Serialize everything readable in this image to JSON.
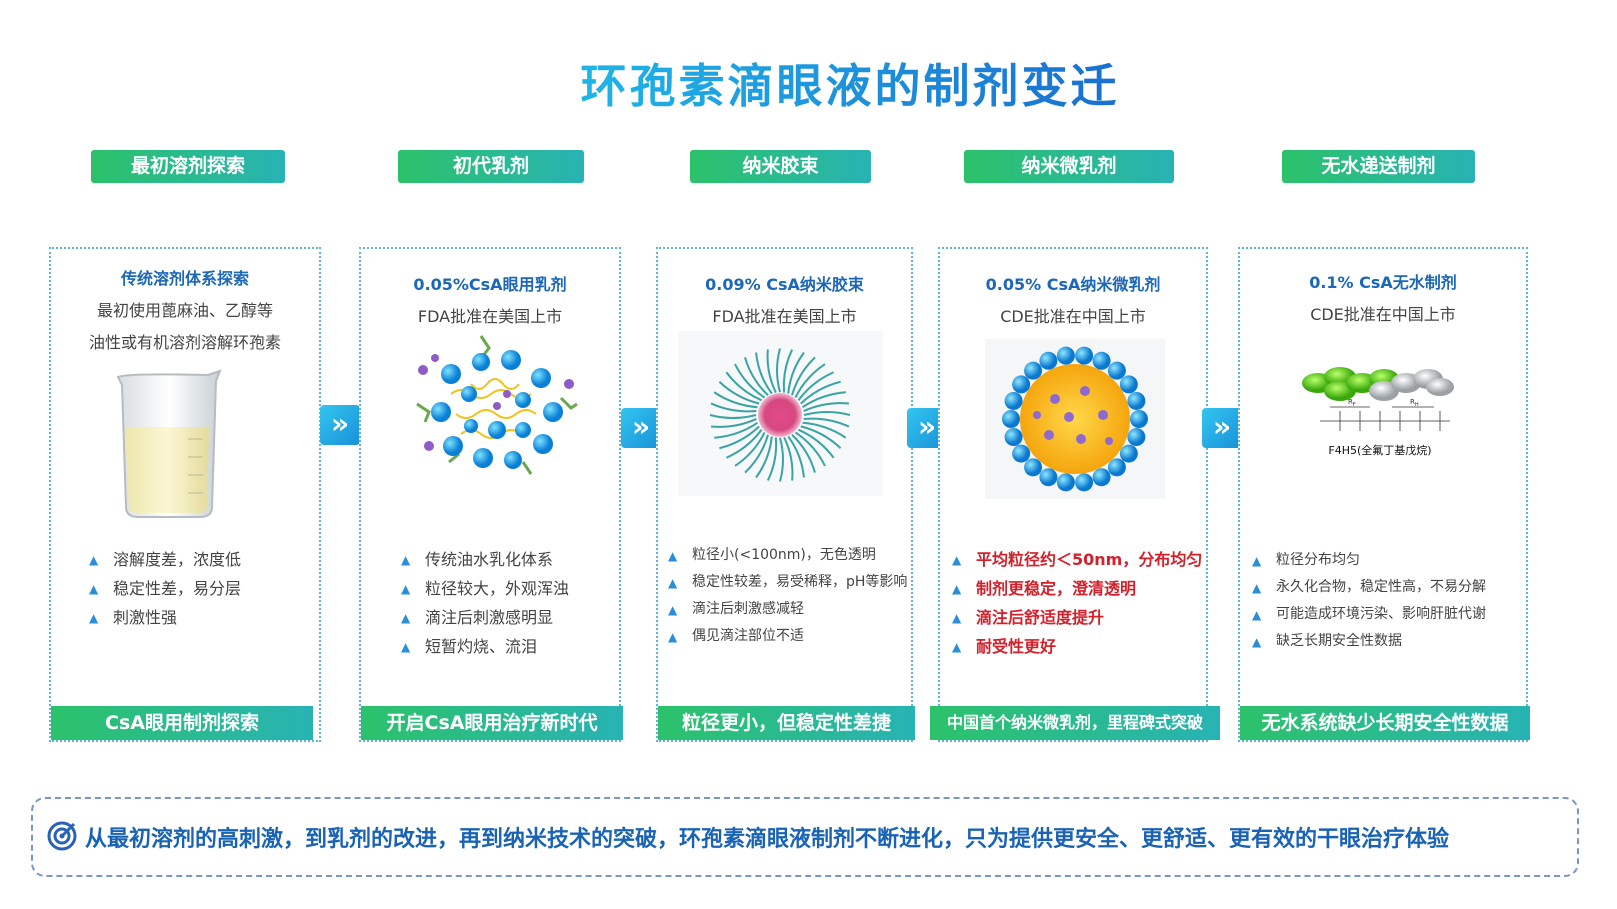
{
  "title": "环孢素滴眼液的制剂变迁",
  "stages": [
    {
      "tag": "最初溶剂探索",
      "head1": "传统溶剂体系探索",
      "head2": "最初使用蓖麻油、乙醇等",
      "head3": "油性或有机溶剂溶解环孢素",
      "bullets": [
        "溶解度差，浓度低",
        "稳定性差，易分层",
        "刺激性强"
      ],
      "footer": "CsA眼用制剂探索"
    },
    {
      "tag": "初代乳剂",
      "head1": "0.05%CsA眼用乳剂",
      "head2": "FDA批准在美国上市",
      "bullets": [
        "传统油水乳化体系",
        "粒径较大，外观浑浊",
        "滴注后刺激感明显",
        "短暂灼烧、流泪"
      ],
      "footer": "开启CsA眼用治疗新时代"
    },
    {
      "tag": "纳米胶束",
      "head1": "0.09% CsA纳米胶束",
      "head2": "FDA批准在美国上市",
      "bullets": [
        "粒径小(<100nm)，无色透明",
        "稳定性较差，易受稀释，pH等影响",
        "滴注后刺激感减轻",
        "偶见滴注部位不适"
      ],
      "footer": "粒径更小，但稳定性差捷"
    },
    {
      "tag": "纳米微乳剂",
      "head1": "0.05% CsA纳米微乳剂",
      "head2": "CDE批准在中国上市",
      "bullets": [
        "平均粒径约＜50nm，分布均匀",
        "制剂更稳定，澄清透明",
        "滴注后舒适度提升",
        "耐受性更好"
      ],
      "footer": "中国首个纳米微乳剂，里程碑式突破"
    },
    {
      "tag": "无水递送制剂",
      "head1": "0.1% CsA无水制剂",
      "head2": "CDE批准在中国上市",
      "bullets": [
        "粒径分布均匀",
        "永久化合物，稳定性高，不易分解",
        "可能造成环境污染、影响肝脏代谢",
        "缺乏长期安全性数据"
      ],
      "footer": "无水系统缺少长期安全性数据",
      "molecule_label": "F4H5(全氟丁基戊烷)",
      "molecule_rf": "R",
      "molecule_rf_sub": "F",
      "molecule_rh": "R",
      "molecule_rh_sub": "H"
    }
  ],
  "arrow_glyph": "»",
  "summary": "从最初溶剂的高刺激，到乳剂的改进，再到纳米技术的突破，环孢素滴眼液制剂不断进化，只为提供更安全、更舒适、更有效的干眼治疗体验",
  "colors": {
    "accent_blue": "#1c67b8",
    "tag_green": "#2cc26a",
    "tag_teal": "#28b3b4",
    "highlight_red": "#d4202a"
  },
  "icons": [
    "beaker-icon",
    "emulsion-particle-icon",
    "micelle-icon",
    "nanoemulsion-icon",
    "molecule-icon",
    "double-chevron-icon",
    "target-icon",
    "flask-bullet-icon"
  ]
}
